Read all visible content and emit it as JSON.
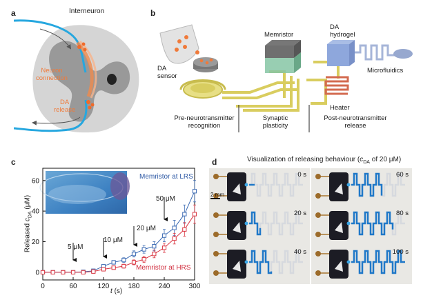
{
  "panels": {
    "a": {
      "letter": "a",
      "interneuron": "Interneuron",
      "neuron_connection": [
        "Neuron",
        "connection"
      ],
      "da_release": [
        "DA",
        "release"
      ]
    },
    "b": {
      "letter": "b",
      "memristor": "Memristor",
      "da_hydrogel": [
        "DA",
        "hydrogel"
      ],
      "microfluidics": "Microfluidics",
      "da_sensor": [
        "DA",
        "sensor"
      ],
      "heater": "Heater",
      "pre": [
        "Pre-neurotransmitter",
        "recognition"
      ],
      "synaptic": [
        "Synaptic",
        "plasticity"
      ],
      "post": [
        "Post-neurotransmitter",
        "release"
      ]
    },
    "c": {
      "letter": "c"
    },
    "d": {
      "letter": "d",
      "title_pre": "Visualization of releasing behaviour (",
      "title_var": "c",
      "title_sub": "DA",
      "title_post": " of 20 μM)",
      "scale_bar": "2 mm",
      "times": [
        "0 s",
        "60 s",
        "20 s",
        "80 s",
        "40 s",
        "100 s"
      ],
      "progress": [
        0.0,
        0.6,
        0.2,
        0.8,
        0.4,
        1.0
      ]
    }
  },
  "chart_data": {
    "type": "line",
    "x": [
      0,
      20,
      40,
      60,
      80,
      100,
      120,
      140,
      160,
      180,
      200,
      220,
      240,
      260,
      280,
      300
    ],
    "series": [
      {
        "name": "Memristor at LRS",
        "color": "#3a6ab3",
        "marker": "open-square",
        "values": [
          0,
          0,
          0,
          0,
          0.3,
          1,
          4,
          6.5,
          8,
          12,
          15,
          17,
          24,
          29,
          38,
          53
        ],
        "errors": [
          0.5,
          0.5,
          0.5,
          0.5,
          0.5,
          0.8,
          1.0,
          1.2,
          1.5,
          2.0,
          2.5,
          3.0,
          4.0,
          5.0,
          6.0,
          7.0
        ]
      },
      {
        "name": "Memristor at HRS",
        "color": "#d9333f",
        "marker": "open-square",
        "values": [
          0,
          0,
          0,
          0,
          0,
          0.5,
          2,
          3,
          4,
          6.5,
          8.5,
          12,
          16,
          22,
          28,
          38
        ],
        "errors": [
          0.5,
          0.5,
          0.5,
          0.5,
          0.5,
          0.6,
          0.8,
          1.0,
          1.3,
          1.6,
          2.0,
          2.5,
          3.0,
          3.5,
          4.5,
          6.0
        ]
      }
    ],
    "xlabel_var": "t",
    "xlabel_unit": "(s)",
    "ylabel_pre": "Released ",
    "ylabel_var": "c",
    "ylabel_sub": "DA",
    "ylabel_unit": " (μM)",
    "xlim": [
      0,
      300
    ],
    "ylim": [
      -5,
      68
    ],
    "xticks": [
      "0",
      "60",
      "120",
      "180",
      "240",
      "300"
    ],
    "yticks": [
      "0",
      "20",
      "40",
      "60"
    ],
    "annotations": [
      {
        "text": "5 μM",
        "x": 60
      },
      {
        "text": "10 μM",
        "x": 120
      },
      {
        "text": "20 μM",
        "x": 180
      },
      {
        "text": "50 μM",
        "x": 240
      }
    ],
    "legend_lrs": "Memristor at LRS",
    "legend_hrs": "Memristor at HRS"
  }
}
